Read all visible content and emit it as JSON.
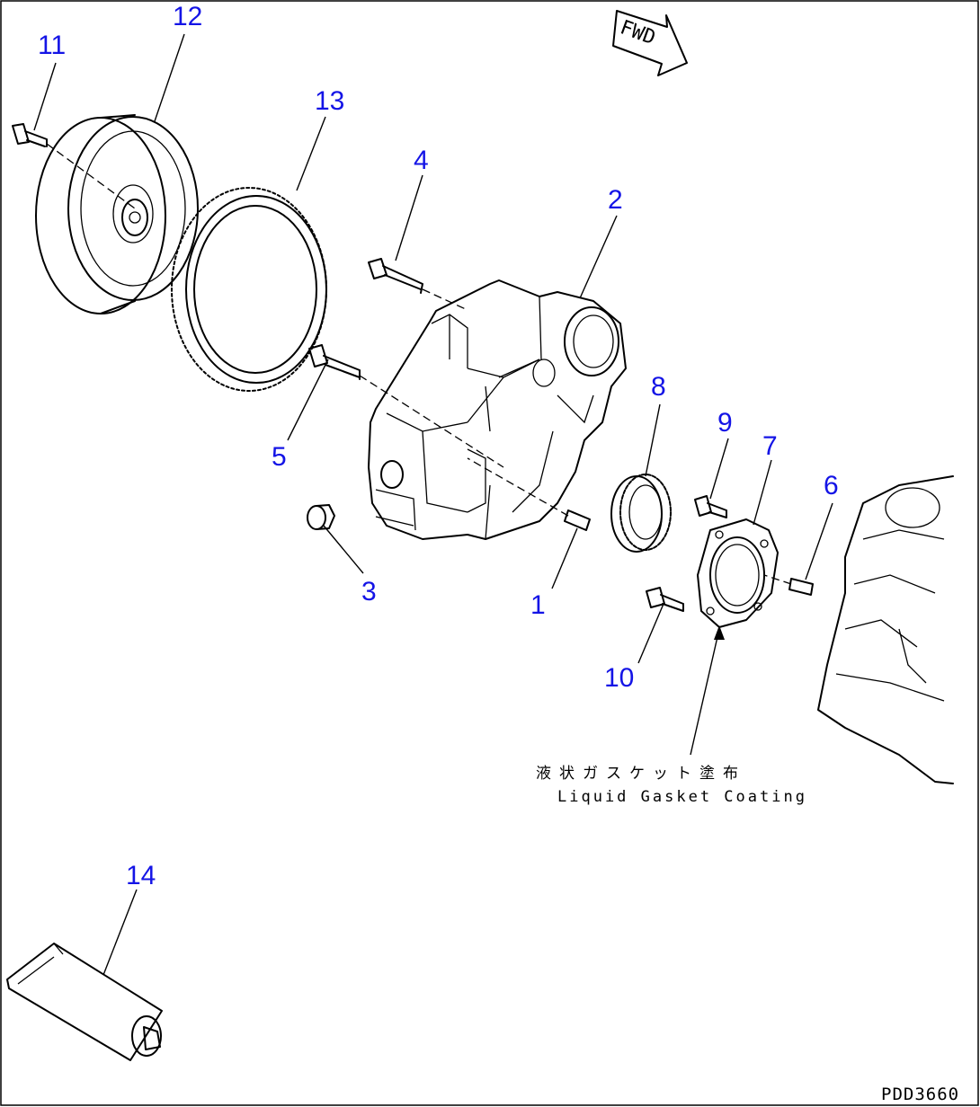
{
  "callouts": {
    "c1": "1",
    "c2": "2",
    "c3": "3",
    "c4": "4",
    "c5": "5",
    "c6": "6",
    "c7": "7",
    "c8": "8",
    "c9": "9",
    "c10": "10",
    "c11": "11",
    "c12": "12",
    "c13": "13",
    "c14": "14"
  },
  "direction_arrow": "FWD",
  "note": {
    "japanese": "液状ガスケット塗布",
    "english": "Liquid Gasket Coating"
  },
  "drawing_number": "PDD3660",
  "colors": {
    "callout": "#1414e6",
    "line": "#000000",
    "background": "#ffffff"
  }
}
